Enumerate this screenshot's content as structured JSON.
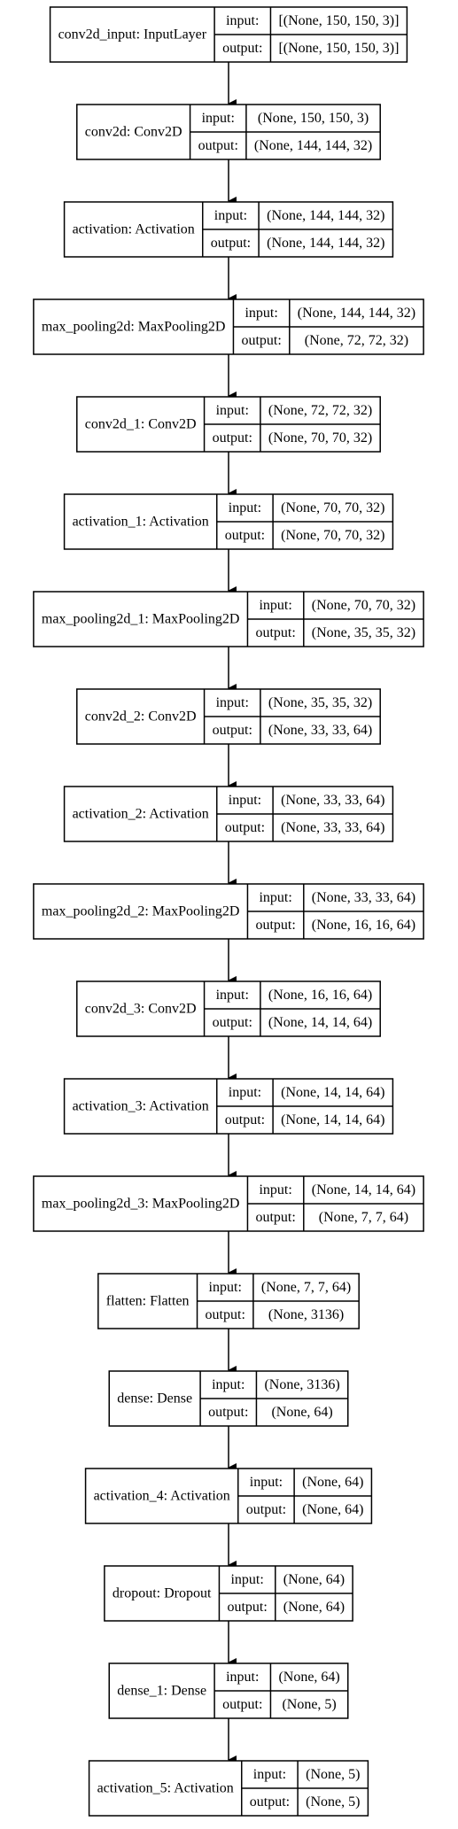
{
  "layers": [
    {
      "name": "conv2d_input: InputLayer",
      "input": "[(None, 150, 150, 3)]",
      "output": "[(None, 150, 150, 3)]"
    },
    {
      "name": "conv2d: Conv2D",
      "input": "(None, 150, 150, 3)",
      "output": "(None, 144, 144, 32)"
    },
    {
      "name": "activation: Activation",
      "input": "(None, 144, 144, 32)",
      "output": "(None, 144, 144, 32)"
    },
    {
      "name": "max_pooling2d: MaxPooling2D",
      "input": "(None, 144, 144, 32)",
      "output": "(None, 72, 72, 32)"
    },
    {
      "name": "conv2d_1: Conv2D",
      "input": "(None, 72, 72, 32)",
      "output": "(None, 70, 70, 32)"
    },
    {
      "name": "activation_1: Activation",
      "input": "(None, 70, 70, 32)",
      "output": "(None, 70, 70, 32)"
    },
    {
      "name": "max_pooling2d_1: MaxPooling2D",
      "input": "(None, 70, 70, 32)",
      "output": "(None, 35, 35, 32)"
    },
    {
      "name": "conv2d_2: Conv2D",
      "input": "(None, 35, 35, 32)",
      "output": "(None, 33, 33, 64)"
    },
    {
      "name": "activation_2: Activation",
      "input": "(None, 33, 33, 64)",
      "output": "(None, 33, 33, 64)"
    },
    {
      "name": "max_pooling2d_2: MaxPooling2D",
      "input": "(None, 33, 33, 64)",
      "output": "(None, 16, 16, 64)"
    },
    {
      "name": "conv2d_3: Conv2D",
      "input": "(None, 16, 16, 64)",
      "output": "(None, 14, 14, 64)"
    },
    {
      "name": "activation_3: Activation",
      "input": "(None, 14, 14, 64)",
      "output": "(None, 14, 14, 64)"
    },
    {
      "name": "max_pooling2d_3: MaxPooling2D",
      "input": "(None, 14, 14, 64)",
      "output": "(None, 7, 7, 64)"
    },
    {
      "name": "flatten: Flatten",
      "input": "(None, 7, 7, 64)",
      "output": "(None, 3136)"
    },
    {
      "name": "dense: Dense",
      "input": "(None, 3136)",
      "output": "(None, 64)"
    },
    {
      "name": "activation_4: Activation",
      "input": "(None, 64)",
      "output": "(None, 64)"
    },
    {
      "name": "dropout: Dropout",
      "input": "(None, 64)",
      "output": "(None, 64)"
    },
    {
      "name": "dense_1: Dense",
      "input": "(None, 64)",
      "output": "(None, 5)"
    },
    {
      "name": "activation_5: Activation",
      "input": "(None, 5)",
      "output": "(None, 5)"
    }
  ],
  "labels": {
    "input": "input:",
    "output": "output:"
  }
}
